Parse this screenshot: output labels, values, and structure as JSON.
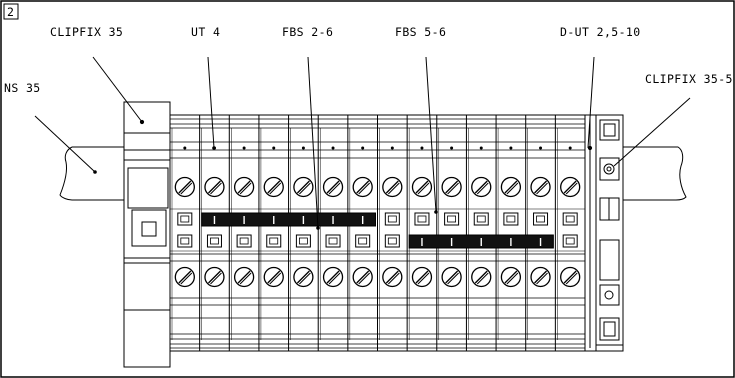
{
  "figure": {
    "number": "2"
  },
  "callouts": {
    "clipfix_left": "CLIPFIX 35",
    "rail": "NS 35",
    "terminal": "UT 4",
    "bridge_a": "FBS 2-6",
    "bridge_b": "FBS 5-6",
    "end_cover": "D-UT 2,5-10",
    "clipfix_right": "CLIPFIX 35-5"
  },
  "assembly": {
    "terminal_count": 14,
    "bridge_fbs_2_6_slots": [
      2,
      7
    ],
    "bridge_fbs_5_6_slots": [
      9,
      13
    ]
  },
  "colors": {
    "line": "#000000",
    "background": "#ffffff",
    "bridge_fill": "#111111"
  }
}
